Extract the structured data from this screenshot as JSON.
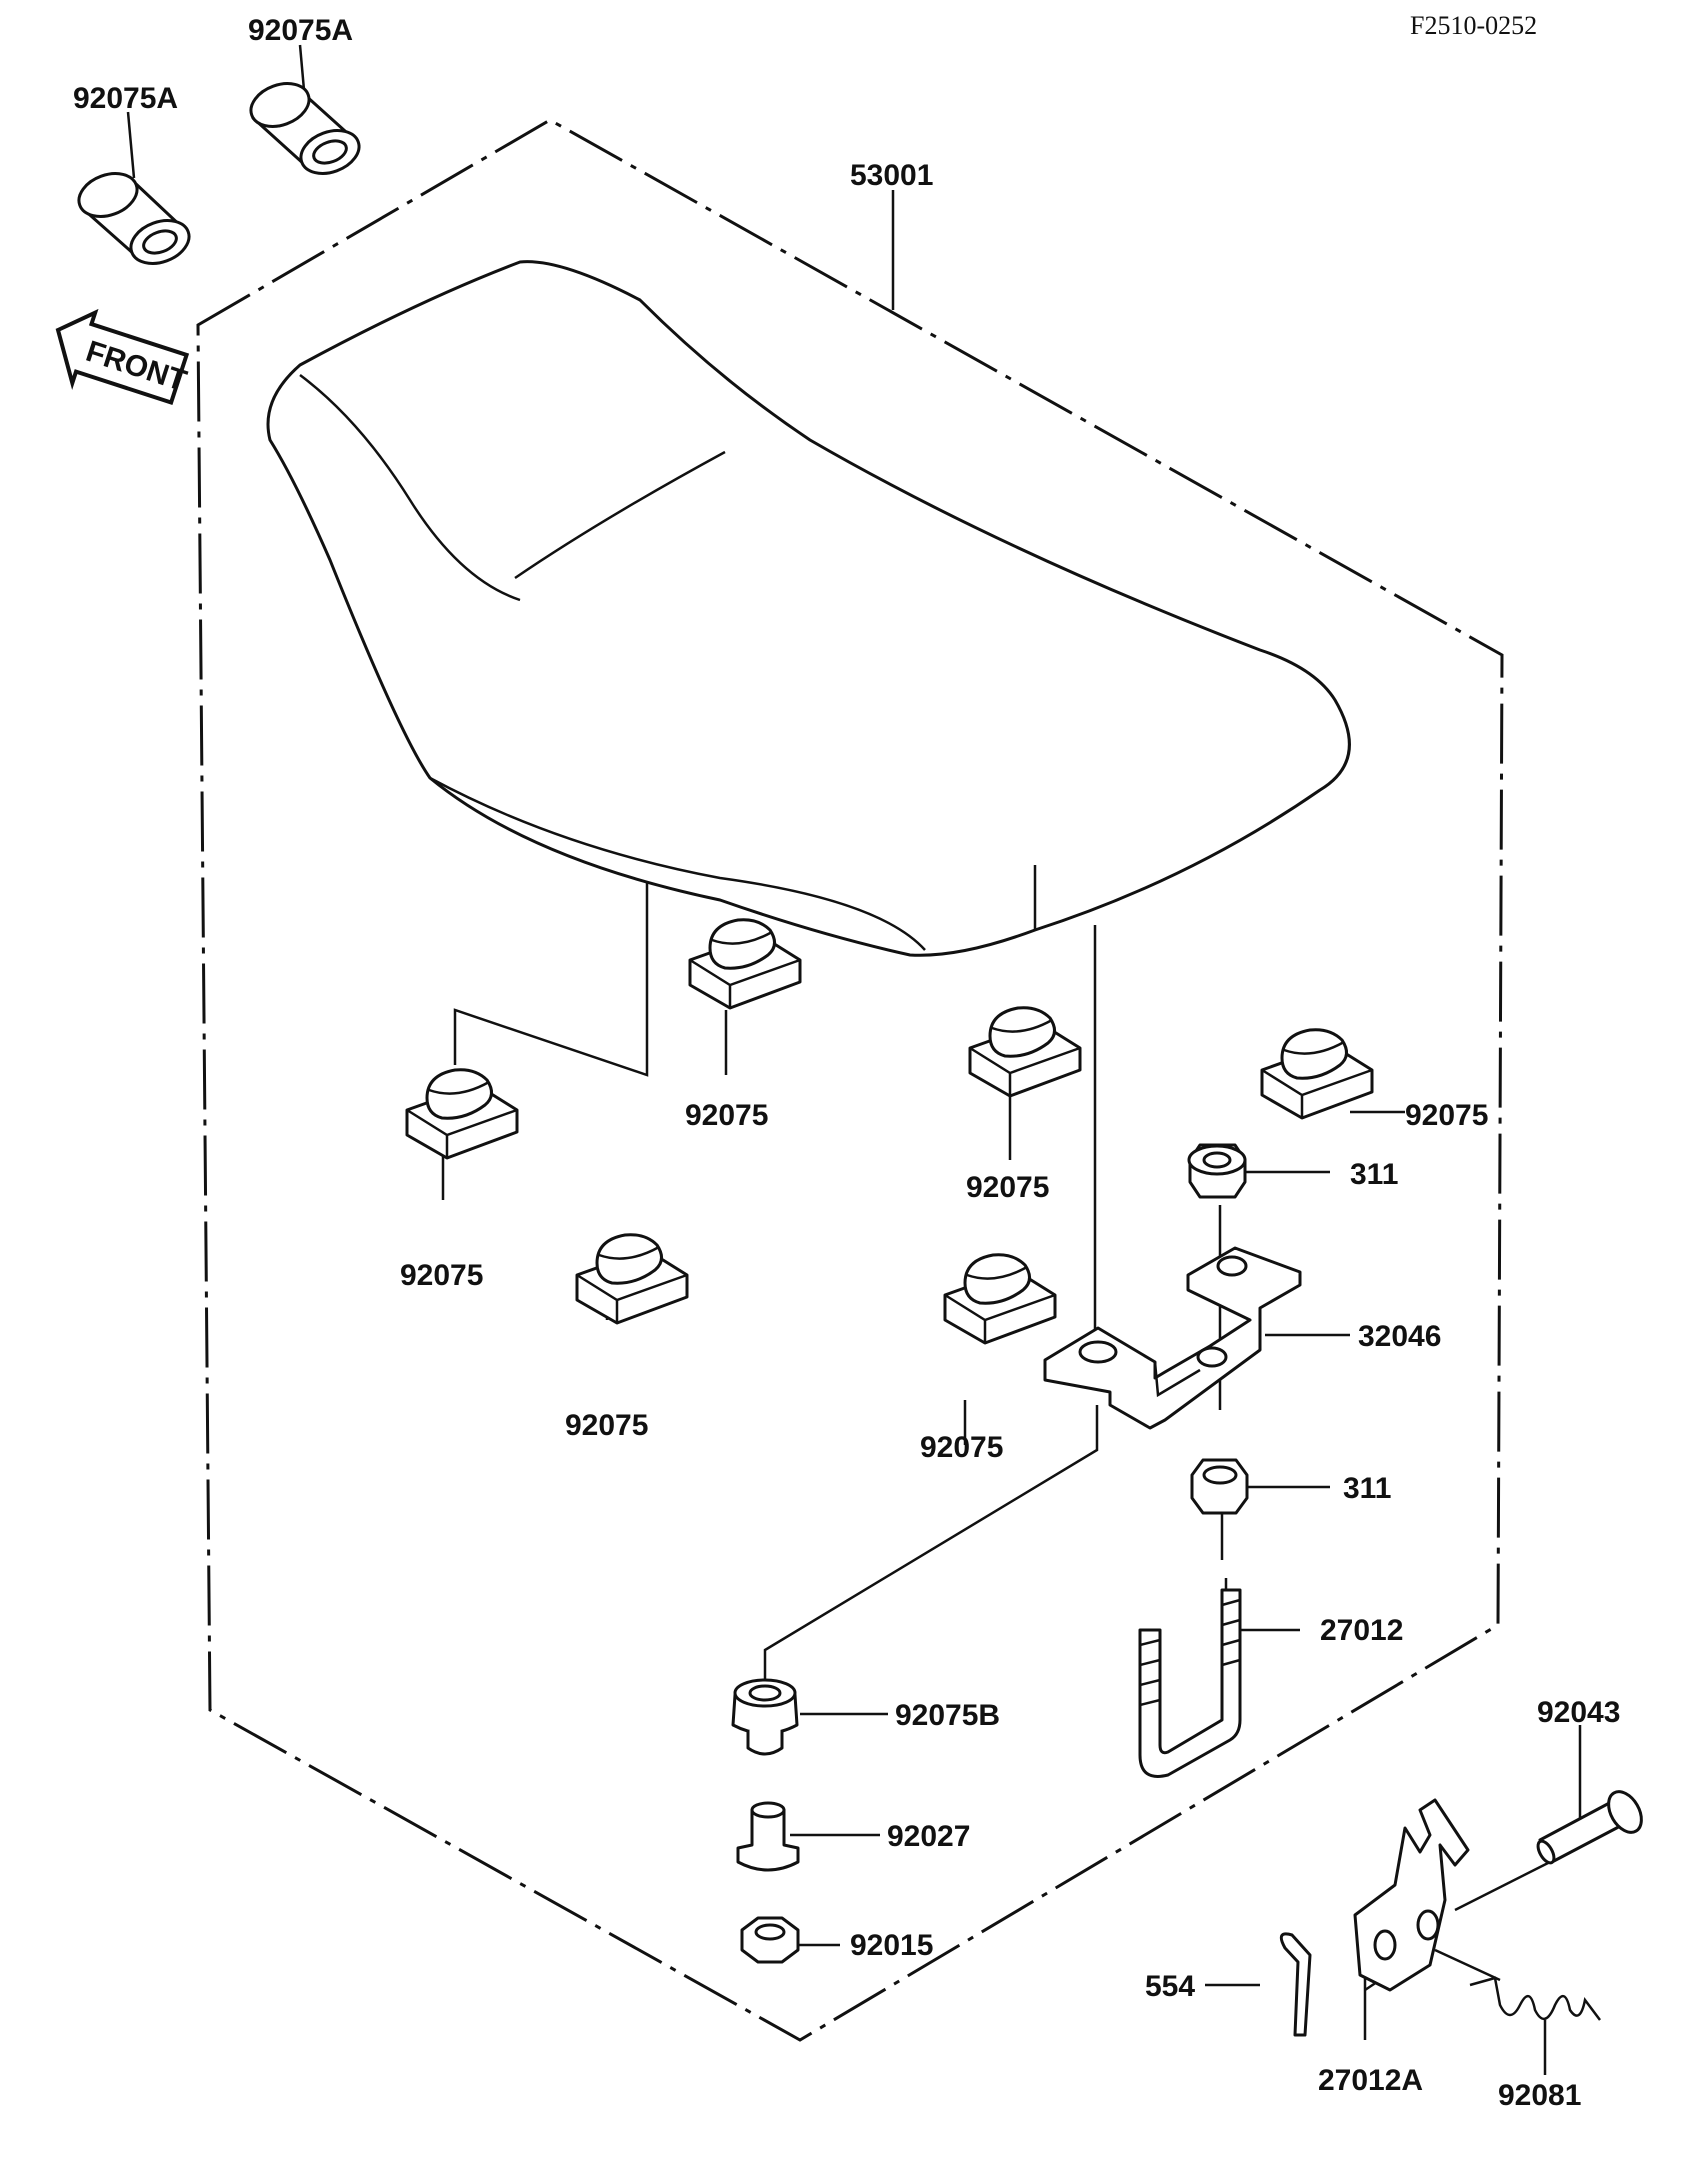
{
  "diagram": {
    "drawing_code": "F2510-0252",
    "front_marker": "FRONT",
    "labels": {
      "spacer_a_top": "92075A",
      "spacer_a_left": "92075A",
      "seat": "53001",
      "damper_center": "92075",
      "damper_left": "92075",
      "damper_lower_left": "92075",
      "damper_mid_right": "92075",
      "damper_right": "92075",
      "damper_lower_right": "92075",
      "nut_upper": "311",
      "bracket": "32046",
      "nut_lower": "311",
      "u_bolt": "27012",
      "damper_b": "92075B",
      "collar": "92027",
      "nut_flange": "92015",
      "pin": "92043",
      "cotter_pin": "554",
      "hook": "27012A",
      "spring": "92081"
    }
  }
}
